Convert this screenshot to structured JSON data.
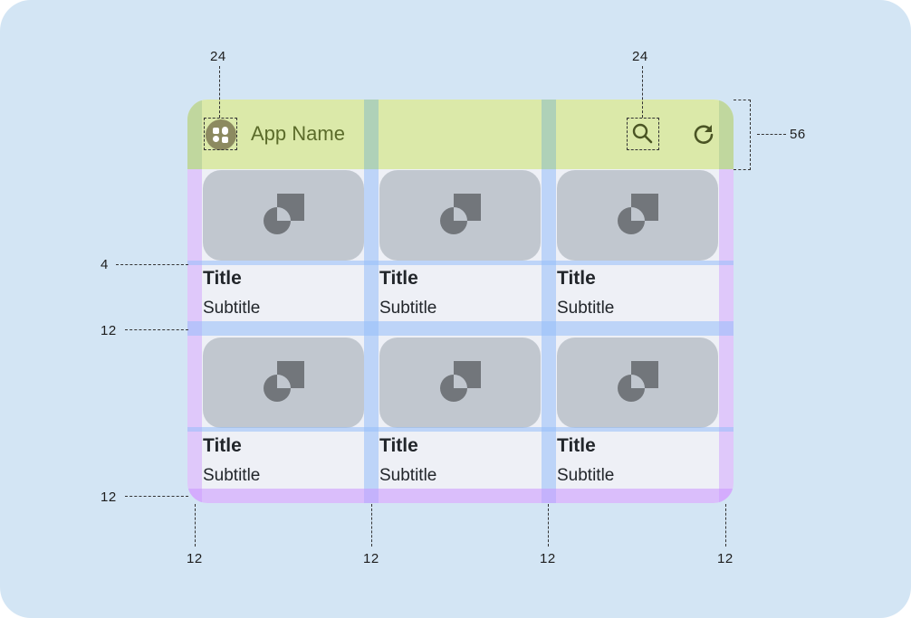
{
  "app_bar": {
    "app_name": "App Name",
    "leading_icon": "app-logo-icon",
    "actions": [
      "search-icon",
      "refresh-icon"
    ],
    "background": "#dbe9a9",
    "accent": "#5b6b2a"
  },
  "cards": [
    {
      "title": "Title",
      "subtitle": "Subtitle",
      "icon": "media-placeholder-icon"
    },
    {
      "title": "Title",
      "subtitle": "Subtitle",
      "icon": "media-placeholder-icon"
    },
    {
      "title": "Title",
      "subtitle": "Subtitle",
      "icon": "media-placeholder-icon"
    },
    {
      "title": "Title",
      "subtitle": "Subtitle",
      "icon": "media-placeholder-icon"
    },
    {
      "title": "Title",
      "subtitle": "Subtitle",
      "icon": "media-placeholder-icon"
    },
    {
      "title": "Title",
      "subtitle": "Subtitle",
      "icon": "media-placeholder-icon"
    }
  ],
  "annotations": {
    "icon_size_leading": "24",
    "icon_size_search": "24",
    "app_bar_height": "56",
    "image_text_spacing": "4",
    "row_gutter": "12",
    "bottom_margin": "12",
    "column_margins": [
      "12",
      "12",
      "12",
      "12"
    ]
  },
  "colors": {
    "background": "#d3e5f4",
    "surface": "#eef0f6",
    "margin_overlay": "#cb96ff",
    "gutter_overlay": "#96befa",
    "thumbnail": "#c1c7cf"
  }
}
